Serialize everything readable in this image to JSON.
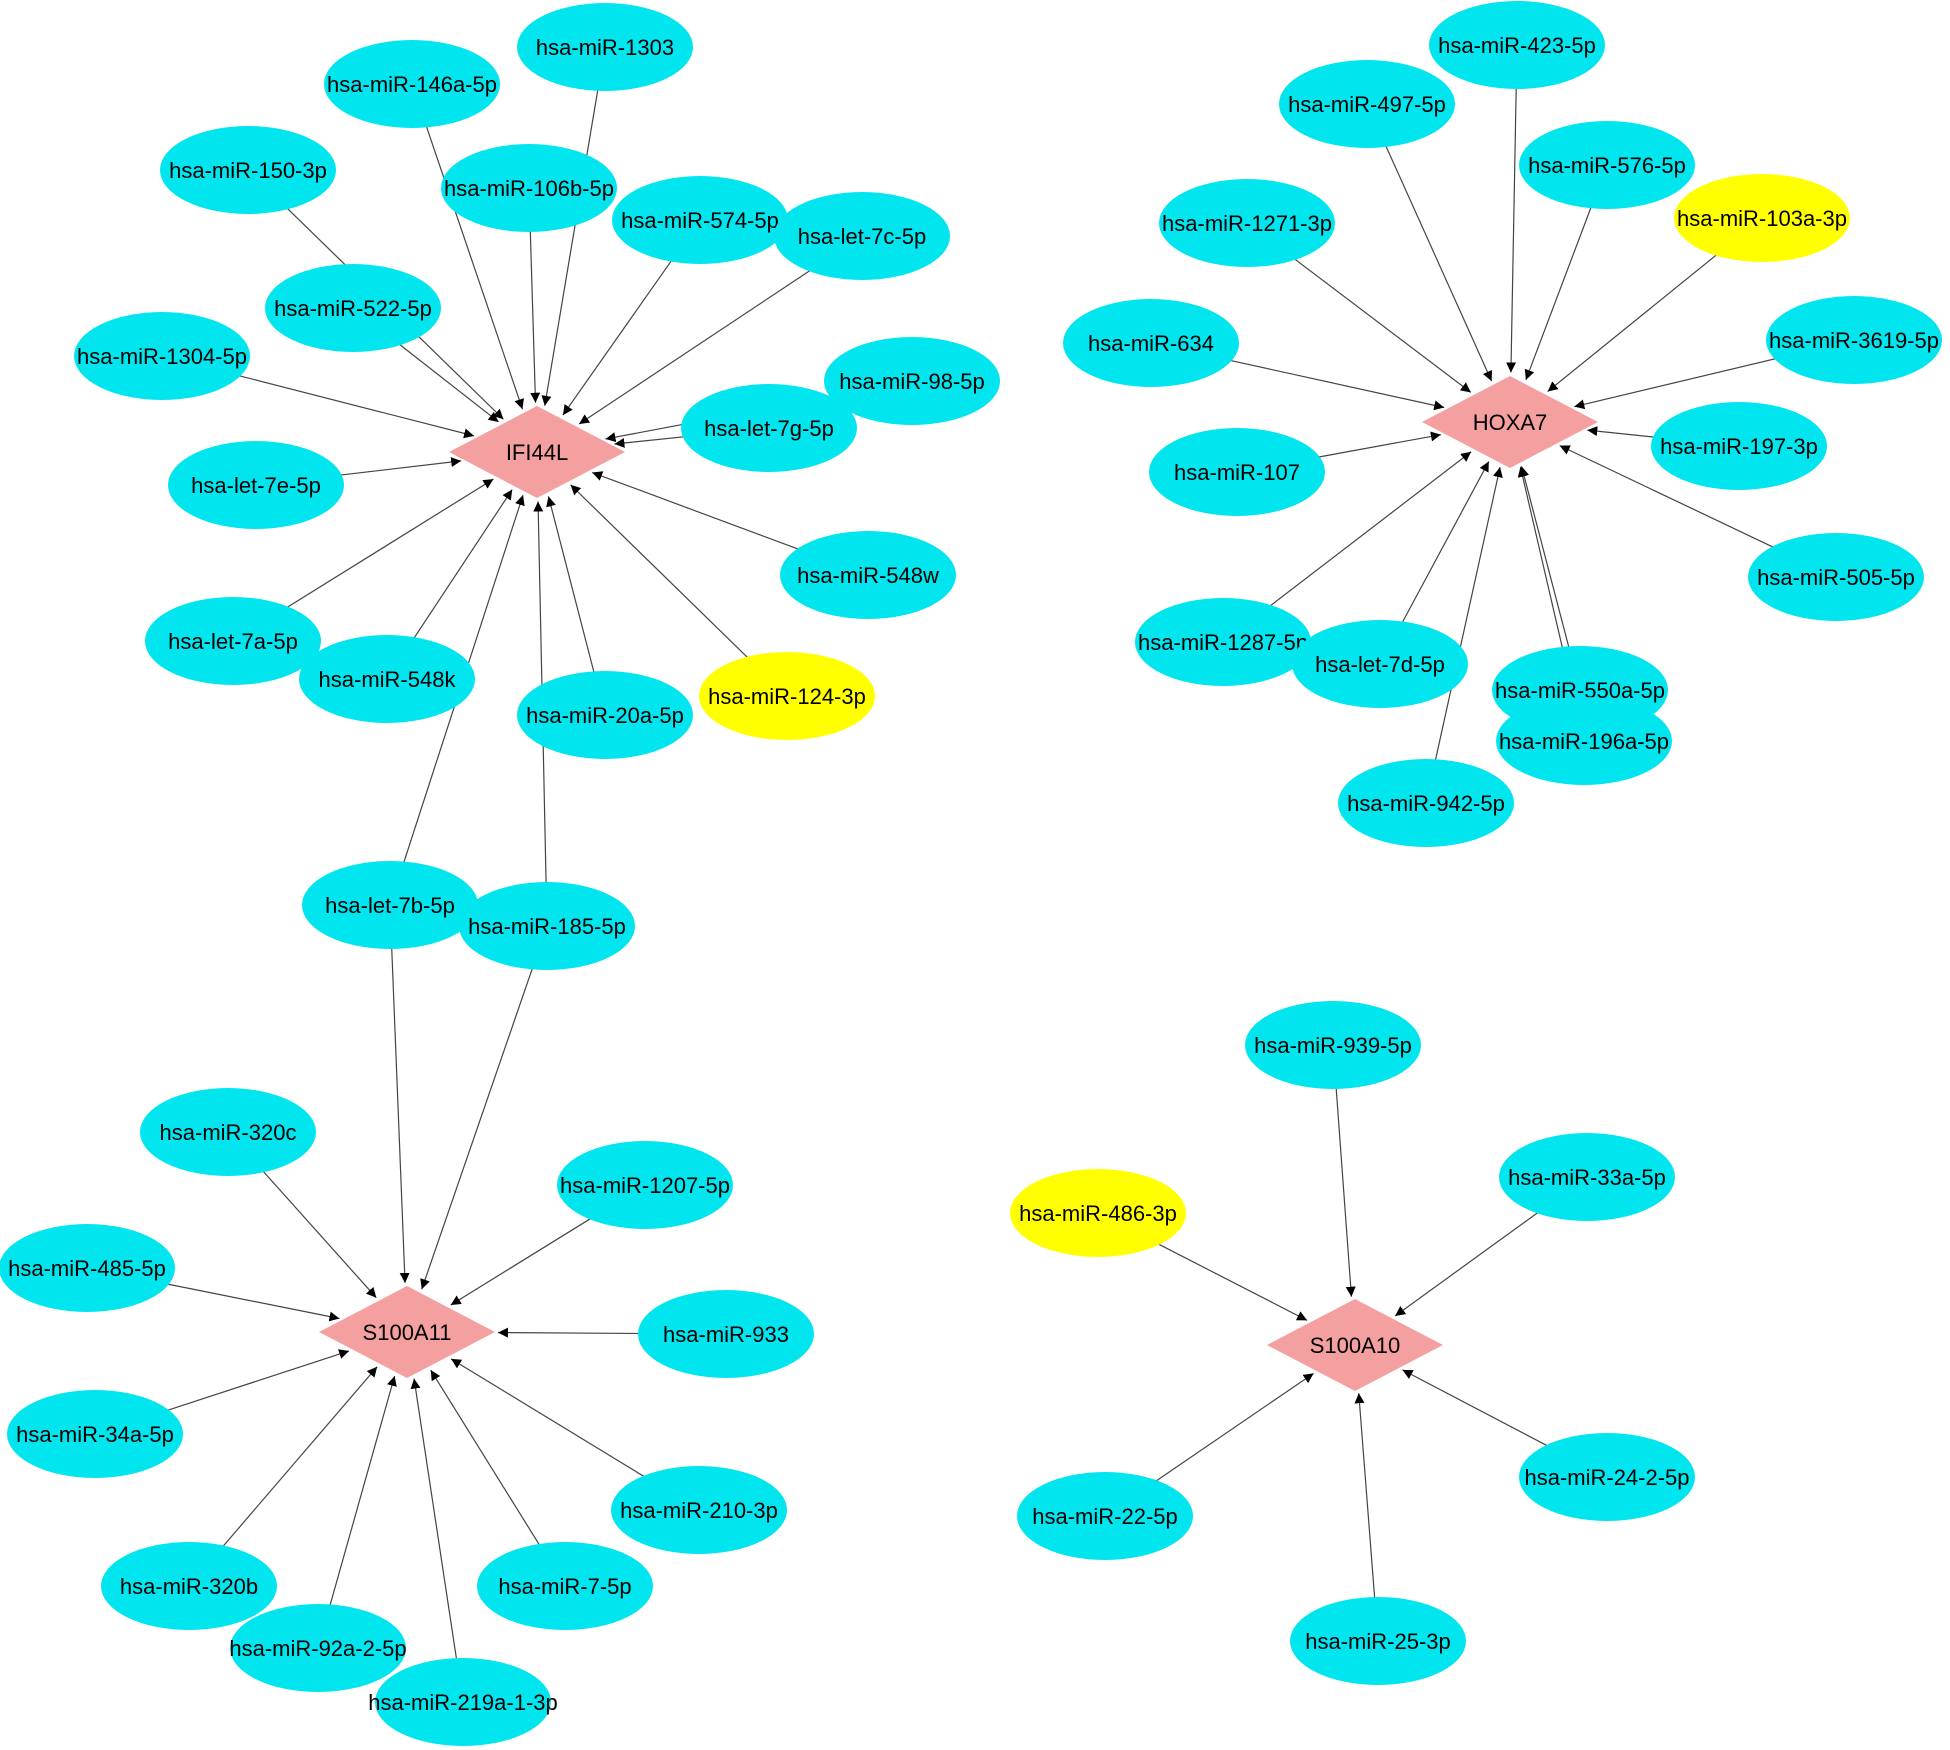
{
  "colors": {
    "mirna": "#00e5ee",
    "highlight_mirna": "#ffff00",
    "target_gene": "#f4a0a0",
    "edge": "#444444"
  },
  "targets": [
    {
      "id": "IFI44L",
      "label": "IFI44L"
    },
    {
      "id": "HOXA7",
      "label": "HOXA7"
    },
    {
      "id": "S100A11",
      "label": "S100A11"
    },
    {
      "id": "S100A10",
      "label": "S100A10"
    }
  ],
  "mirnas": [
    {
      "id": "m1",
      "label": "hsa-miR-1303",
      "highlight": false,
      "targets": [
        "IFI44L"
      ]
    },
    {
      "id": "m2",
      "label": "hsa-miR-146a-5p",
      "highlight": false,
      "targets": [
        "IFI44L"
      ]
    },
    {
      "id": "m3",
      "label": "hsa-miR-150-3p",
      "highlight": false,
      "targets": [
        "IFI44L"
      ]
    },
    {
      "id": "m4",
      "label": "hsa-miR-106b-5p",
      "highlight": false,
      "targets": [
        "IFI44L"
      ]
    },
    {
      "id": "m5",
      "label": "hsa-miR-574-5p",
      "highlight": false,
      "targets": [
        "IFI44L"
      ]
    },
    {
      "id": "m6",
      "label": "hsa-let-7c-5p",
      "highlight": false,
      "targets": [
        "IFI44L"
      ]
    },
    {
      "id": "m7",
      "label": "hsa-miR-522-5p",
      "highlight": false,
      "targets": [
        "IFI44L"
      ]
    },
    {
      "id": "m8",
      "label": "hsa-miR-1304-5p",
      "highlight": false,
      "targets": [
        "IFI44L"
      ]
    },
    {
      "id": "m9",
      "label": "hsa-miR-98-5p",
      "highlight": false,
      "targets": [
        "IFI44L"
      ]
    },
    {
      "id": "m10",
      "label": "hsa-let-7g-5p",
      "highlight": false,
      "targets": [
        "IFI44L"
      ]
    },
    {
      "id": "m11",
      "label": "hsa-let-7e-5p",
      "highlight": false,
      "targets": [
        "IFI44L"
      ]
    },
    {
      "id": "m12",
      "label": "hsa-miR-548w",
      "highlight": false,
      "targets": [
        "IFI44L"
      ]
    },
    {
      "id": "m13",
      "label": "hsa-let-7a-5p",
      "highlight": false,
      "targets": [
        "IFI44L"
      ]
    },
    {
      "id": "m14",
      "label": "hsa-miR-548k",
      "highlight": false,
      "targets": [
        "IFI44L"
      ]
    },
    {
      "id": "m15",
      "label": "hsa-miR-20a-5p",
      "highlight": false,
      "targets": [
        "IFI44L"
      ]
    },
    {
      "id": "m16",
      "label": "hsa-miR-124-3p",
      "highlight": true,
      "targets": [
        "IFI44L"
      ]
    },
    {
      "id": "m17",
      "label": "hsa-let-7b-5p",
      "highlight": false,
      "targets": [
        "IFI44L",
        "S100A11"
      ]
    },
    {
      "id": "m18",
      "label": "hsa-miR-185-5p",
      "highlight": false,
      "targets": [
        "IFI44L",
        "S100A11"
      ]
    },
    {
      "id": "m19",
      "label": "hsa-miR-423-5p",
      "highlight": false,
      "targets": [
        "HOXA7"
      ]
    },
    {
      "id": "m20",
      "label": "hsa-miR-497-5p",
      "highlight": false,
      "targets": [
        "HOXA7"
      ]
    },
    {
      "id": "m21",
      "label": "hsa-miR-576-5p",
      "highlight": false,
      "targets": [
        "HOXA7"
      ]
    },
    {
      "id": "m22",
      "label": "hsa-miR-1271-3p",
      "highlight": false,
      "targets": [
        "HOXA7"
      ]
    },
    {
      "id": "m23",
      "label": "hsa-miR-103a-3p",
      "highlight": true,
      "targets": [
        "HOXA7"
      ]
    },
    {
      "id": "m24",
      "label": "hsa-miR-634",
      "highlight": false,
      "targets": [
        "HOXA7"
      ]
    },
    {
      "id": "m25",
      "label": "hsa-miR-3619-5p",
      "highlight": false,
      "targets": [
        "HOXA7"
      ]
    },
    {
      "id": "m26",
      "label": "hsa-miR-107",
      "highlight": false,
      "targets": [
        "HOXA7"
      ]
    },
    {
      "id": "m27",
      "label": "hsa-miR-197-3p",
      "highlight": false,
      "targets": [
        "HOXA7"
      ]
    },
    {
      "id": "m28",
      "label": "hsa-miR-505-5p",
      "highlight": false,
      "targets": [
        "HOXA7"
      ]
    },
    {
      "id": "m29",
      "label": "hsa-miR-1287-5p",
      "highlight": false,
      "targets": [
        "HOXA7"
      ]
    },
    {
      "id": "m30",
      "label": "hsa-let-7d-5p",
      "highlight": false,
      "targets": [
        "HOXA7"
      ]
    },
    {
      "id": "m31",
      "label": "hsa-miR-550a-5p",
      "highlight": false,
      "targets": [
        "HOXA7"
      ]
    },
    {
      "id": "m32",
      "label": "hsa-miR-196a-5p",
      "highlight": false,
      "targets": [
        "HOXA7"
      ]
    },
    {
      "id": "m33",
      "label": "hsa-miR-942-5p",
      "highlight": false,
      "targets": [
        "HOXA7"
      ]
    },
    {
      "id": "m34",
      "label": "hsa-miR-320c",
      "highlight": false,
      "targets": [
        "S100A11"
      ]
    },
    {
      "id": "m35",
      "label": "hsa-miR-1207-5p",
      "highlight": false,
      "targets": [
        "S100A11"
      ]
    },
    {
      "id": "m36",
      "label": "hsa-miR-485-5p",
      "highlight": false,
      "targets": [
        "S100A11"
      ]
    },
    {
      "id": "m37",
      "label": "hsa-miR-933",
      "highlight": false,
      "targets": [
        "S100A11"
      ]
    },
    {
      "id": "m38",
      "label": "hsa-miR-34a-5p",
      "highlight": false,
      "targets": [
        "S100A11"
      ]
    },
    {
      "id": "m39",
      "label": "hsa-miR-210-3p",
      "highlight": false,
      "targets": [
        "S100A11"
      ]
    },
    {
      "id": "m40",
      "label": "hsa-miR-320b",
      "highlight": false,
      "targets": [
        "S100A11"
      ]
    },
    {
      "id": "m41",
      "label": "hsa-miR-7-5p",
      "highlight": false,
      "targets": [
        "S100A11"
      ]
    },
    {
      "id": "m42",
      "label": "hsa-miR-92a-2-5p",
      "highlight": false,
      "targets": [
        "S100A11"
      ]
    },
    {
      "id": "m43",
      "label": "hsa-miR-219a-1-3p",
      "highlight": false,
      "targets": [
        "S100A11"
      ]
    },
    {
      "id": "m44",
      "label": "hsa-miR-939-5p",
      "highlight": false,
      "targets": [
        "S100A10"
      ]
    },
    {
      "id": "m45",
      "label": "hsa-miR-33a-5p",
      "highlight": false,
      "targets": [
        "S100A10"
      ]
    },
    {
      "id": "m46",
      "label": "hsa-miR-486-3p",
      "highlight": true,
      "targets": [
        "S100A10"
      ]
    },
    {
      "id": "m47",
      "label": "hsa-miR-22-5p",
      "highlight": false,
      "targets": [
        "S100A10"
      ]
    },
    {
      "id": "m48",
      "label": "hsa-miR-24-2-5p",
      "highlight": false,
      "targets": [
        "S100A10"
      ]
    },
    {
      "id": "m49",
      "label": "hsa-miR-25-3p",
      "highlight": false,
      "targets": [
        "S100A10"
      ]
    }
  ]
}
